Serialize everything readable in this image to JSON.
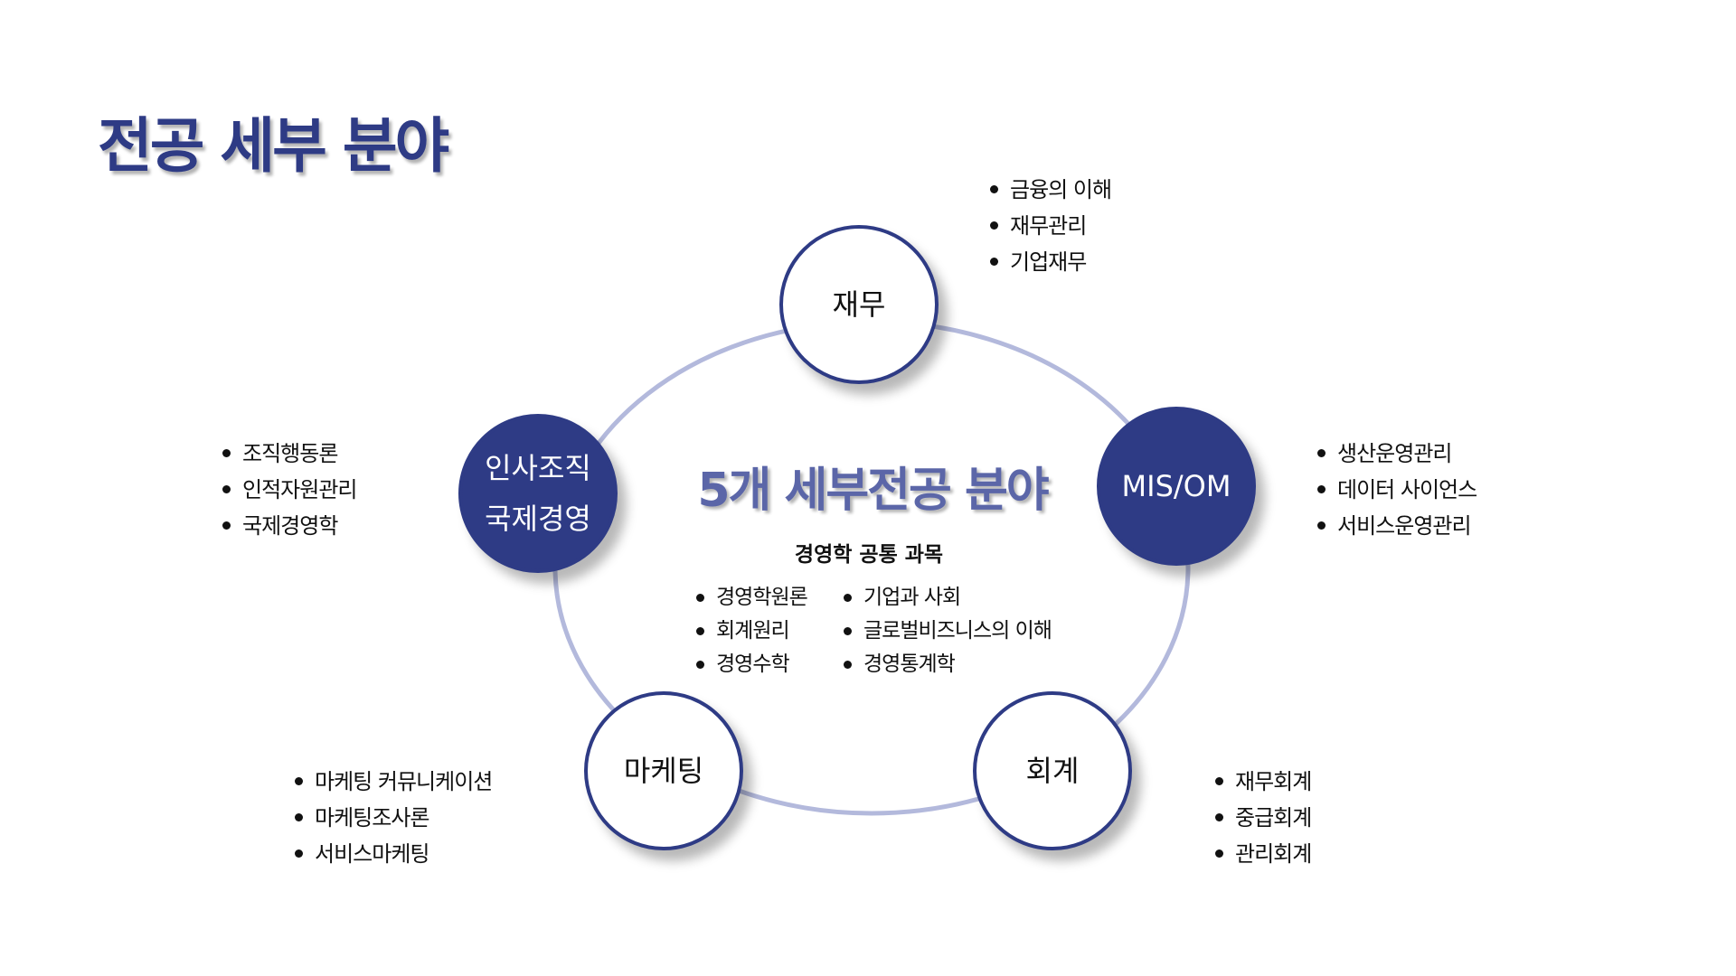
{
  "title": "전공 세부 분야",
  "center": {
    "title": "5개 세부전공 분야",
    "common_title": "경영학 공통 과목",
    "common_col1": [
      "경영학원론",
      "회계원리",
      "경영수학"
    ],
    "common_col2": [
      "기업과 사회",
      "글로벌비즈니스의 이해",
      "경영통계학"
    ]
  },
  "nodes": {
    "finance": {
      "label": "재무",
      "items": [
        "금융의 이해",
        "재무관리",
        "기업재무"
      ]
    },
    "mis": {
      "label": "MIS/OM",
      "items": [
        "생산운영관리",
        "데이터 사이언스",
        "서비스운영관리"
      ]
    },
    "hr": {
      "label1": "인사조직",
      "label2": "국제경영",
      "items": [
        "조직행동론",
        "인적자원관리",
        "국제경영학"
      ]
    },
    "marketing": {
      "label": "마케팅",
      "items": [
        "마케팅 커뮤니케이션",
        "마케팅조사론",
        "서비스마케팅"
      ]
    },
    "accounting": {
      "label": "회계",
      "items": [
        "재무회계",
        "중급회계",
        "관리회계"
      ]
    }
  },
  "colors": {
    "primary": "#2e3b85",
    "ring": "#b3b9dc",
    "center_title": "#5b66a8"
  }
}
